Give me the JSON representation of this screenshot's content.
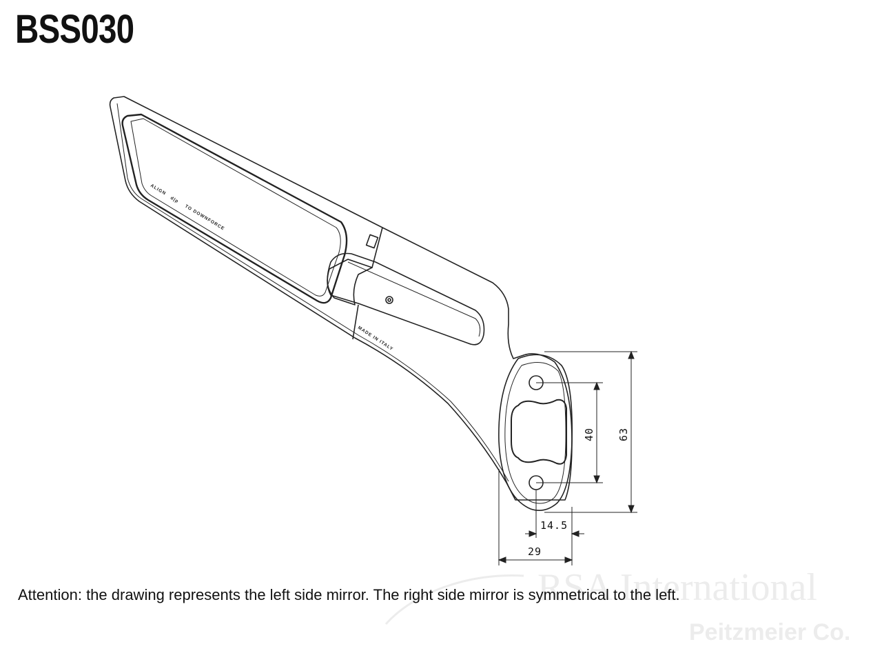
{
  "title": "BSS030",
  "labels": {
    "align_a": "ALIGN",
    "align_b": "TO DOWNFORCE",
    "made_in": "MADE IN ITALY"
  },
  "dimensions": {
    "hole_spacing": "40",
    "plate_height": "63",
    "hole_offset": "14.5",
    "plate_width": "29"
  },
  "watermark": {
    "line1": "RSA International",
    "line2": "Peitzmeier Co."
  },
  "caption": "Attention: the drawing represents the left side mirror. The right side mirror is symmetrical to the left."
}
